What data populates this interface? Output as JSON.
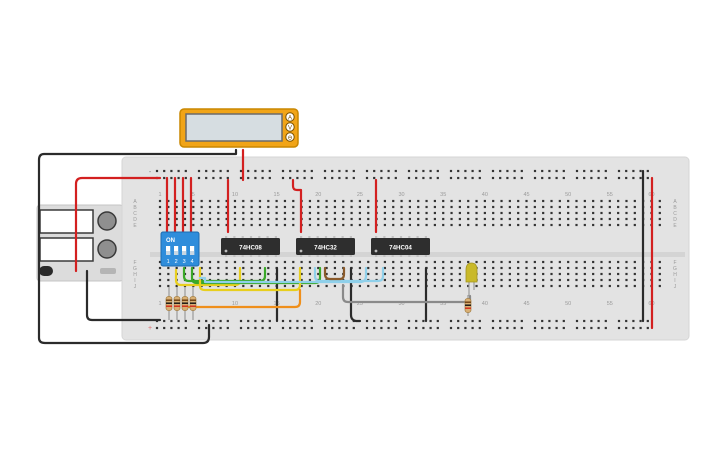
{
  "breadboard": {
    "column_numbers_top": [
      "1",
      "5",
      "10",
      "15",
      "20",
      "25",
      "30",
      "35",
      "40",
      "45",
      "50",
      "55",
      "60"
    ],
    "column_numbers_bottom": [
      "1",
      "5",
      "10",
      "15",
      "20",
      "25",
      "30",
      "35",
      "40",
      "45",
      "50",
      "55",
      "60"
    ],
    "row_letters_top": [
      "A",
      "B",
      "C",
      "D",
      "E"
    ],
    "row_letters_bottom": [
      "F",
      "G",
      "H",
      "I",
      "J"
    ],
    "rail_plus": "+",
    "rail_minus": "-"
  },
  "chips": [
    {
      "label": "74HC08"
    },
    {
      "label": "74HC32"
    },
    {
      "label": "74HC04"
    }
  ],
  "dip_switch": {
    "on_label": "ON",
    "numbers": [
      "1",
      "2",
      "3",
      "4"
    ]
  },
  "multimeter": {
    "terminals": [
      "A",
      "V",
      "COM"
    ],
    "terminal_glyphs": [
      "A",
      "V",
      "⊖"
    ]
  },
  "colors": {
    "board": "#e3e3e3",
    "hole": "#333333",
    "wire_red": "#d32020",
    "wire_black": "#2b2b2b",
    "wire_green": "#3aa829",
    "wire_yellow": "#e8cf1e",
    "wire_orange": "#ef8f1b",
    "wire_blue": "#8fd0ea",
    "wire_gray": "#8a8a8a",
    "wire_brown": "#8a5a2a",
    "chip": "#2e2e2e",
    "dip_switch": "#2f8ddb",
    "multimeter": "#f1a417",
    "led": "#c9b92a"
  }
}
